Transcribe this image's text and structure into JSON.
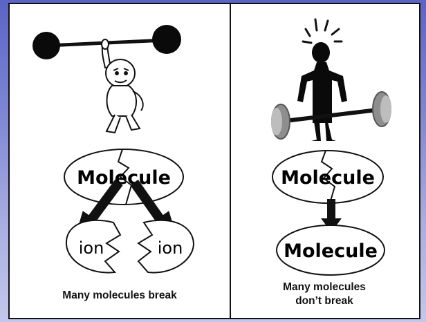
{
  "left_panel": {
    "molecule_label": "Molecule",
    "ion_left_label": "ion",
    "ion_right_label": "ion",
    "caption": "Many molecules break"
  },
  "right_panel": {
    "molecule_top_label": "Molecule",
    "molecule_bottom_label": "Molecule",
    "caption_line1": "Many molecules",
    "caption_line2": "don’t break"
  },
  "icons": [
    "dumbbell-icon",
    "strongman-cartoon",
    "barbell-icon",
    "weightlifter-silhouette"
  ]
}
